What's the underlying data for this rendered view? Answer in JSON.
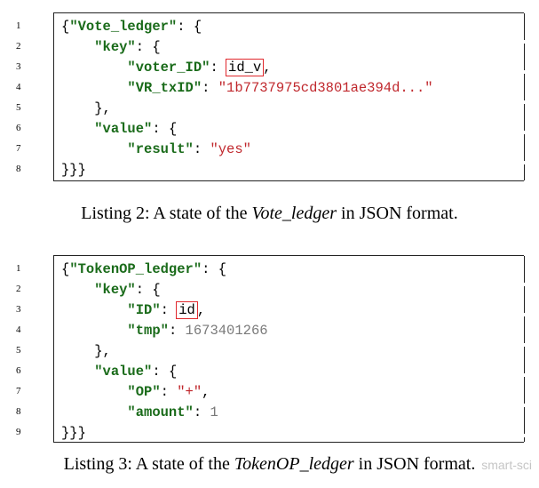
{
  "listing2": {
    "line_numbers": [
      "1",
      "2",
      "3",
      "4",
      "5",
      "6",
      "7",
      "8"
    ],
    "lines": [
      [
        {
          "t": "{",
          "c": "punc"
        },
        {
          "t": "\"Vote_ledger\"",
          "c": "key"
        },
        {
          "t": ": {",
          "c": "punc"
        }
      ],
      [
        {
          "t": "    ",
          "c": "punc"
        },
        {
          "t": "\"key\"",
          "c": "key"
        },
        {
          "t": ": {",
          "c": "punc"
        }
      ],
      [
        {
          "t": "        ",
          "c": "punc"
        },
        {
          "t": "\"voter_ID\"",
          "c": "key"
        },
        {
          "t": ": ",
          "c": "punc"
        },
        {
          "t": "id_v",
          "c": "punc",
          "hl": true
        },
        {
          "t": ",",
          "c": "punc"
        }
      ],
      [
        {
          "t": "        ",
          "c": "punc"
        },
        {
          "t": "\"VR_txID\"",
          "c": "key"
        },
        {
          "t": ": ",
          "c": "punc"
        },
        {
          "t": "\"1b7737975cd3801ae394d...\"",
          "c": "str"
        }
      ],
      [
        {
          "t": "    },",
          "c": "punc"
        }
      ],
      [
        {
          "t": "    ",
          "c": "punc"
        },
        {
          "t": "\"value\"",
          "c": "key"
        },
        {
          "t": ": {",
          "c": "punc"
        }
      ],
      [
        {
          "t": "        ",
          "c": "punc"
        },
        {
          "t": "\"result\"",
          "c": "key"
        },
        {
          "t": ": ",
          "c": "punc"
        },
        {
          "t": "\"yes\"",
          "c": "str"
        }
      ],
      [
        {
          "t": "}}}",
          "c": "punc"
        }
      ]
    ],
    "caption_prefix": "Listing 2: A state of the ",
    "caption_em": "Vote_ledger",
    "caption_suffix": " in JSON format."
  },
  "listing3": {
    "line_numbers": [
      "1",
      "2",
      "3",
      "4",
      "5",
      "6",
      "7",
      "8",
      "9"
    ],
    "lines": [
      [
        {
          "t": "{",
          "c": "punc"
        },
        {
          "t": "\"TokenOP_ledger\"",
          "c": "key"
        },
        {
          "t": ": {",
          "c": "punc"
        }
      ],
      [
        {
          "t": "    ",
          "c": "punc"
        },
        {
          "t": "\"key\"",
          "c": "key"
        },
        {
          "t": ": {",
          "c": "punc"
        }
      ],
      [
        {
          "t": "        ",
          "c": "punc"
        },
        {
          "t": "\"ID\"",
          "c": "key"
        },
        {
          "t": ": ",
          "c": "punc"
        },
        {
          "t": "id",
          "c": "punc",
          "hl": true
        },
        {
          "t": ",",
          "c": "punc"
        }
      ],
      [
        {
          "t": "        ",
          "c": "punc"
        },
        {
          "t": "\"tmp\"",
          "c": "key"
        },
        {
          "t": ": ",
          "c": "punc"
        },
        {
          "t": "1673401266",
          "c": "num"
        }
      ],
      [
        {
          "t": "    },",
          "c": "punc"
        }
      ],
      [
        {
          "t": "    ",
          "c": "punc"
        },
        {
          "t": "\"value\"",
          "c": "key"
        },
        {
          "t": ": {",
          "c": "punc"
        }
      ],
      [
        {
          "t": "        ",
          "c": "punc"
        },
        {
          "t": "\"OP\"",
          "c": "key"
        },
        {
          "t": ": ",
          "c": "punc"
        },
        {
          "t": "\"+\"",
          "c": "str"
        },
        {
          "t": ",",
          "c": "punc"
        }
      ],
      [
        {
          "t": "        ",
          "c": "punc"
        },
        {
          "t": "\"amount\"",
          "c": "key"
        },
        {
          "t": ": ",
          "c": "punc"
        },
        {
          "t": "1",
          "c": "num"
        }
      ],
      [
        {
          "t": "}}}",
          "c": "punc"
        }
      ]
    ],
    "caption_prefix": "Listing 3: A state of the ",
    "caption_em": "TokenOP_ledger",
    "caption_suffix": " in JSON format."
  },
  "watermark": "smart-sci",
  "colors": {
    "key": "#1a6b1a",
    "string": "#c0282d",
    "number": "#7a7a7a",
    "highlight_border": "#e0282d"
  }
}
